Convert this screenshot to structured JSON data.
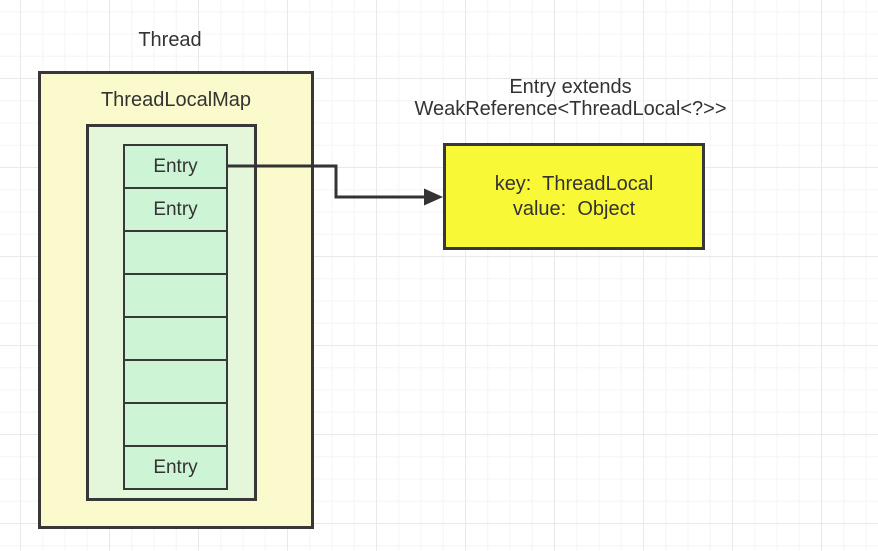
{
  "diagram": {
    "thread_label": "Thread",
    "map": {
      "title": "ThreadLocalMap",
      "cells": [
        "Entry",
        "Entry",
        "",
        "",
        "",
        "",
        "",
        "Entry"
      ]
    },
    "entry_note": {
      "line1": "Entry extends",
      "line2": "WeakReference<ThreadLocal<?>>"
    },
    "entry_box": {
      "key_line": "key:  ThreadLocal",
      "value_line": "value:  Object"
    },
    "colors": {
      "outer_fill": "#FAFACC",
      "inner_fill": "#E5F7DB",
      "cell_fill": "#CEF4D6",
      "detail_fill": "#F8F837",
      "stroke": "#383838",
      "text_color": "#333333",
      "connector": "#333333"
    }
  }
}
